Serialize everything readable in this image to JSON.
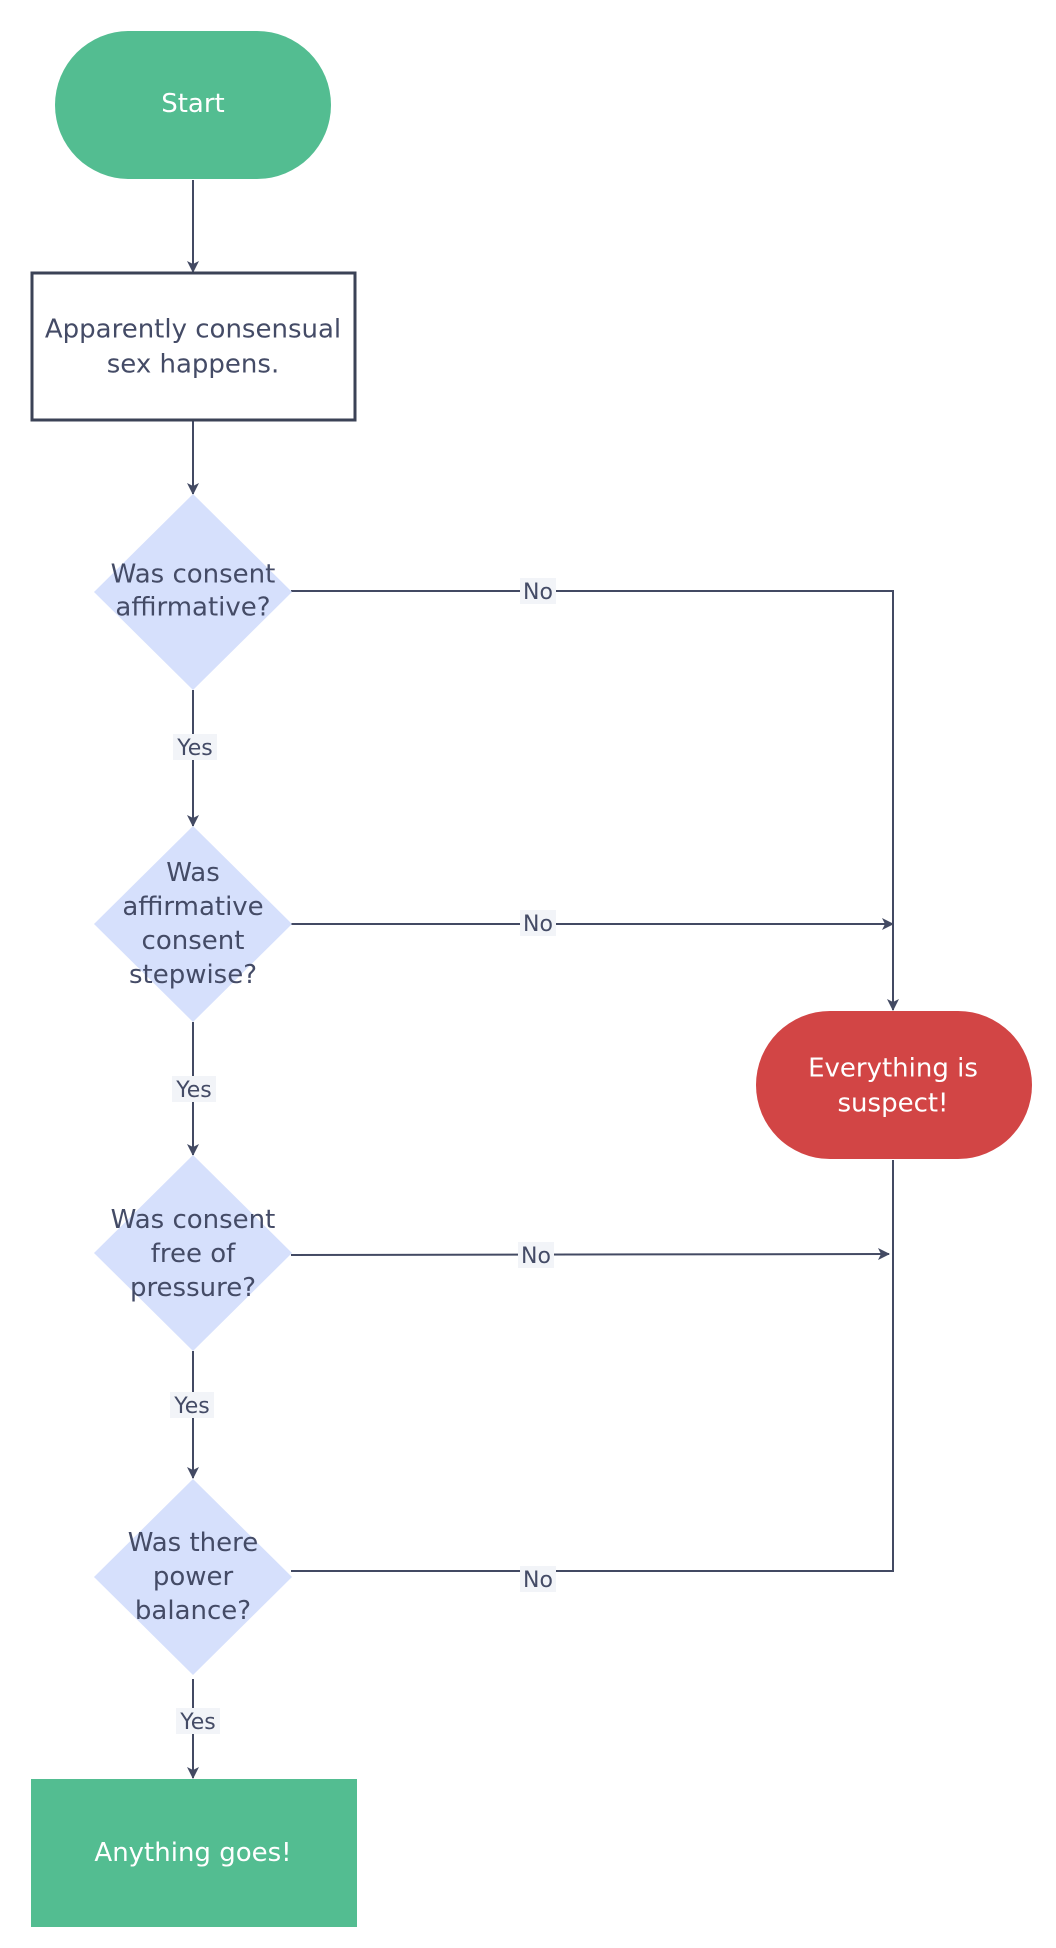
{
  "diagram": {
    "type": "flowchart",
    "colors": {
      "start": "#53bd91",
      "end_good": "#53bd91",
      "end_bad": "#d24545",
      "decision": "#d6e0fc",
      "process_border": "#3b4256",
      "edge": "#434a63",
      "text_dark": "#444b66",
      "text_light": "#ffffff"
    },
    "nodes": {
      "start": {
        "lines": [
          "Start"
        ]
      },
      "process": {
        "lines": [
          "Apparently consensual",
          "sex happens."
        ]
      },
      "decision1": {
        "lines": [
          "Was consent",
          "affirmative?"
        ]
      },
      "decision2": {
        "lines": [
          "Was",
          "affirmative",
          "consent",
          "stepwise?"
        ]
      },
      "decision3": {
        "lines": [
          "Was consent",
          "free of",
          "pressure?"
        ]
      },
      "decision4": {
        "lines": [
          "Was there",
          "power",
          "balance?"
        ]
      },
      "suspect": {
        "lines": [
          "Everything is",
          "suspect!"
        ]
      },
      "anything": {
        "lines": [
          "Anything goes!"
        ]
      }
    },
    "edge_labels": {
      "d1_yes": "Yes",
      "d1_no": "No",
      "d2_yes": "Yes",
      "d2_no": "No",
      "d3_yes": "Yes",
      "d3_no": "No",
      "d4_yes": "Yes",
      "d4_no": "No"
    }
  }
}
